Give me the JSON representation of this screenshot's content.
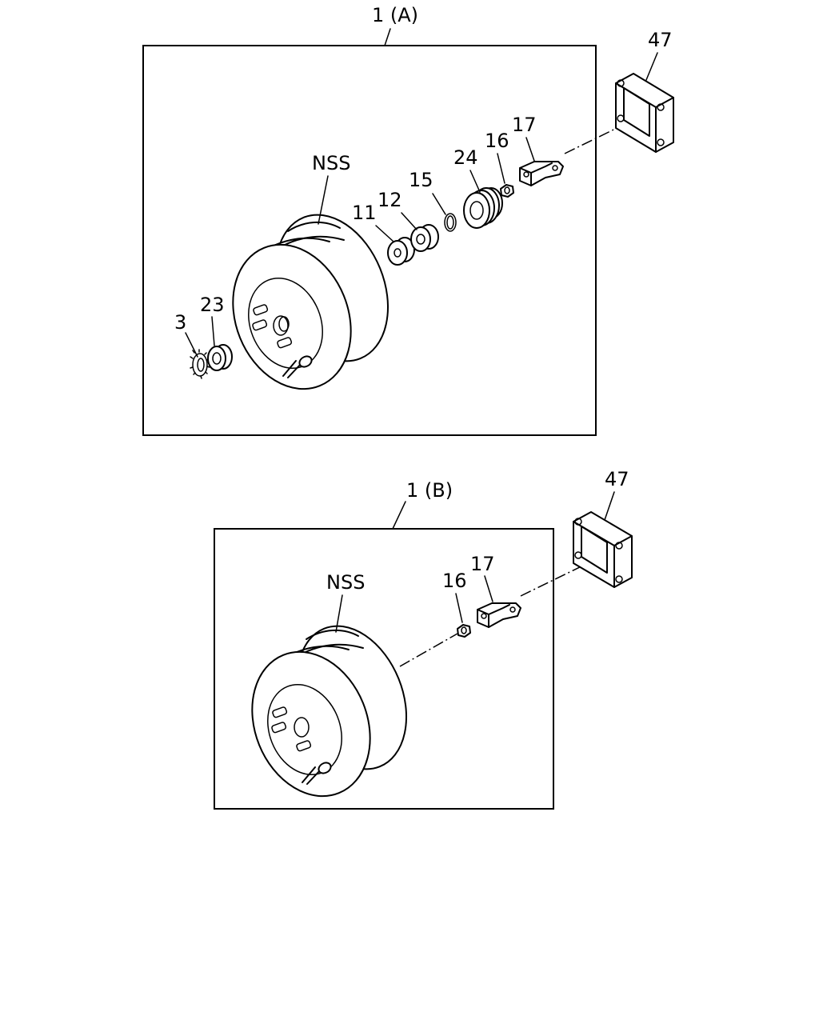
{
  "groups": [
    {
      "label": "1 (A)"
    },
    {
      "label": "1 (B)"
    }
  ],
  "labels_a": {
    "nss": "NSS",
    "p3": "3",
    "p23": "23",
    "p11": "11",
    "p12": "12",
    "p15": "15",
    "p24": "24",
    "p16": "16",
    "p17": "17",
    "p47": "47"
  },
  "labels_b": {
    "nss": "NSS",
    "p16": "16",
    "p17": "17",
    "p47": "47"
  }
}
